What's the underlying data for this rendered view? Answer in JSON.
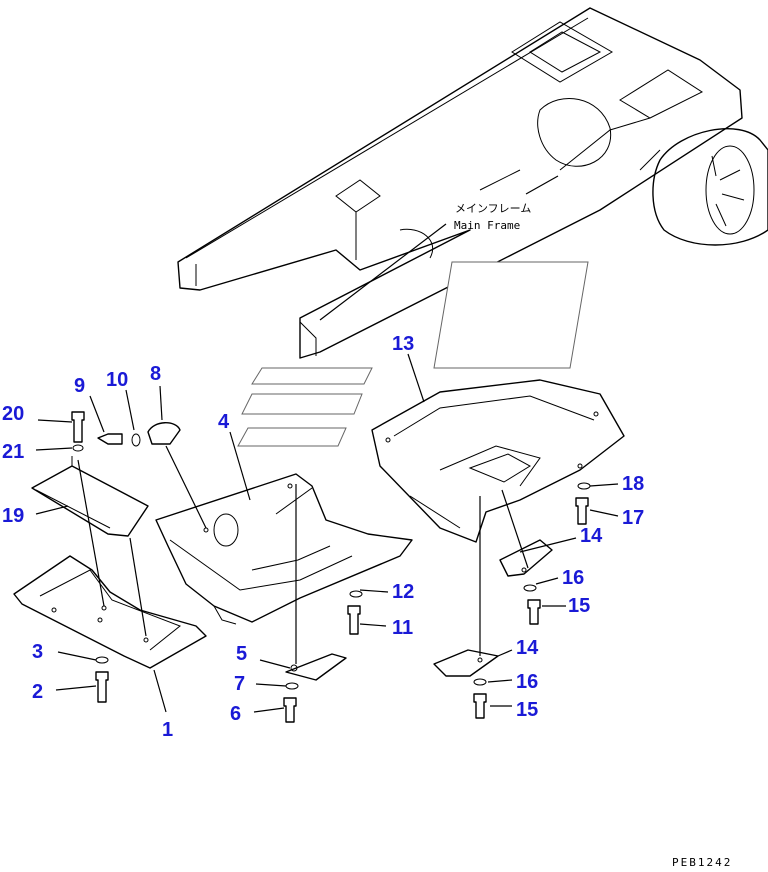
{
  "frame_label_jp": "メインフレーム",
  "frame_label_en": "Main Frame",
  "drawing_code": "PEB1242",
  "callouts": [
    "1",
    "2",
    "3",
    "4",
    "5",
    "6",
    "7",
    "8",
    "9",
    "10",
    "11",
    "12",
    "13",
    "14",
    "14",
    "15",
    "15",
    "16",
    "16",
    "17",
    "18",
    "19",
    "20",
    "21"
  ]
}
